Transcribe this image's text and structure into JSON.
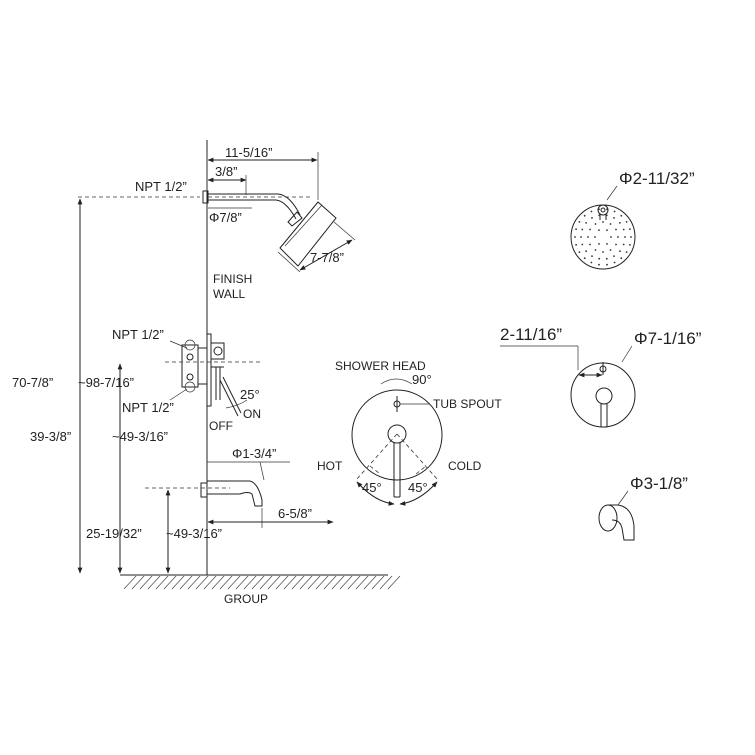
{
  "labels": {
    "finish": "FINISH",
    "wall": "WALL",
    "ground": "GROUP",
    "shower_head": "SHOWER HEAD",
    "tub_spout": "TUB SPOUT",
    "hot": "HOT",
    "cold": "COLD",
    "on": "ON",
    "off": "OFF"
  },
  "dimensions": {
    "arm_reach": "11-5/16”",
    "arm_offset": "3/8”",
    "npt_head": "NPT 1/2”",
    "arm_dia": "Φ7/8”",
    "head_dia": "7-7/8”",
    "npt_valve_top": "NPT 1/2”",
    "npt_valve_bottom": "NPT 1/2”",
    "handle_angle": "25°",
    "spout_dia": "Φ1-3/4”",
    "spout_reach": "6-5/8”",
    "h_head": "70-7/8”",
    "h_head_alt": "~98-7/16”",
    "h_valve": "39-3/8”",
    "h_valve_alt": "~49-3/16”",
    "h_spout": "25-19/32”",
    "h_spout_alt": "~49-3/16”",
    "diverter_angle": "90°",
    "hot_angle": "45°",
    "cold_angle": "45°",
    "head_flange": "Φ2-11/32”",
    "trim_depth": "2-11/16”",
    "trim_dia": "Φ7-1/16”",
    "spout_flange": "Φ3-1/8”"
  }
}
